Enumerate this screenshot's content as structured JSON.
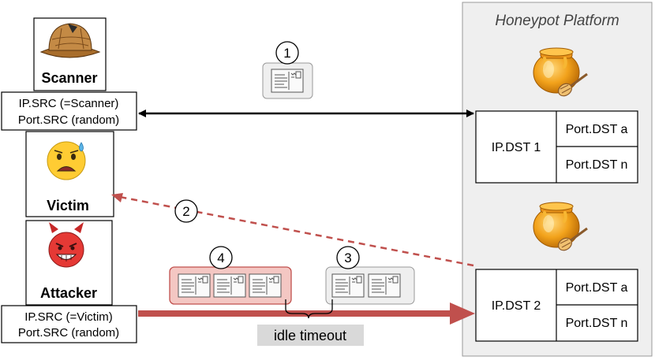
{
  "platform": {
    "title": "Honeypot Platform"
  },
  "scanner": {
    "label": "Scanner",
    "ip_src": "IP.SRC (=Scanner)",
    "port_src": "Port.SRC (random)",
    "icon": "detective-hat-icon"
  },
  "victim": {
    "label": "Victim",
    "icon": "worried-face-icon"
  },
  "attacker": {
    "label": "Attacker",
    "ip_src": "IP.SRC (=Victim)",
    "port_src": "Port.SRC (random)",
    "icon": "devil-face-icon"
  },
  "honeypots": [
    {
      "ip_dst": "IP.DST 1",
      "port_a": "Port.DST a",
      "port_n": "Port.DST n",
      "icon": "honey-pot-icon"
    },
    {
      "ip_dst": "IP.DST 2",
      "port_a": "Port.DST a",
      "port_n": "Port.DST n",
      "icon": "honey-pot-icon"
    }
  ],
  "steps": [
    "1",
    "2",
    "3",
    "4"
  ],
  "idle_timeout": "idle timeout",
  "colors": {
    "attack": "#c0504d",
    "attack_fill": "#f4c7c3",
    "platform_bg": "#efefef",
    "packet_box_fill": "#efefef",
    "idle_bg": "#d9d9d9"
  }
}
